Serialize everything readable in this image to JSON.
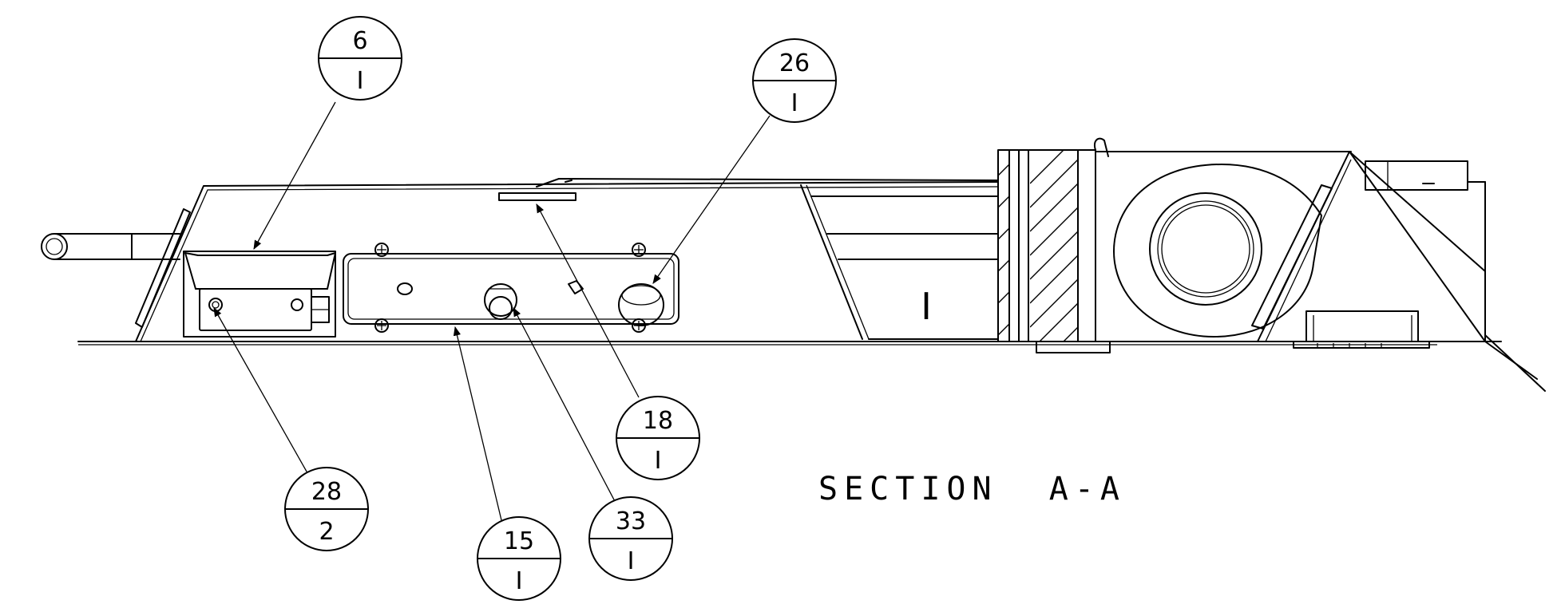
{
  "drawing": {
    "title": "SECTION  A-A",
    "inner_label": "I",
    "balloons": [
      {
        "id": "balloon-6",
        "top": "6",
        "bottom": "I"
      },
      {
        "id": "balloon-26",
        "top": "26",
        "bottom": "I"
      },
      {
        "id": "balloon-18",
        "top": "18",
        "bottom": "I"
      },
      {
        "id": "balloon-28",
        "top": "28",
        "bottom": "2"
      },
      {
        "id": "balloon-15",
        "top": "15",
        "bottom": "I"
      },
      {
        "id": "balloon-33",
        "top": "33",
        "bottom": "I"
      }
    ]
  }
}
